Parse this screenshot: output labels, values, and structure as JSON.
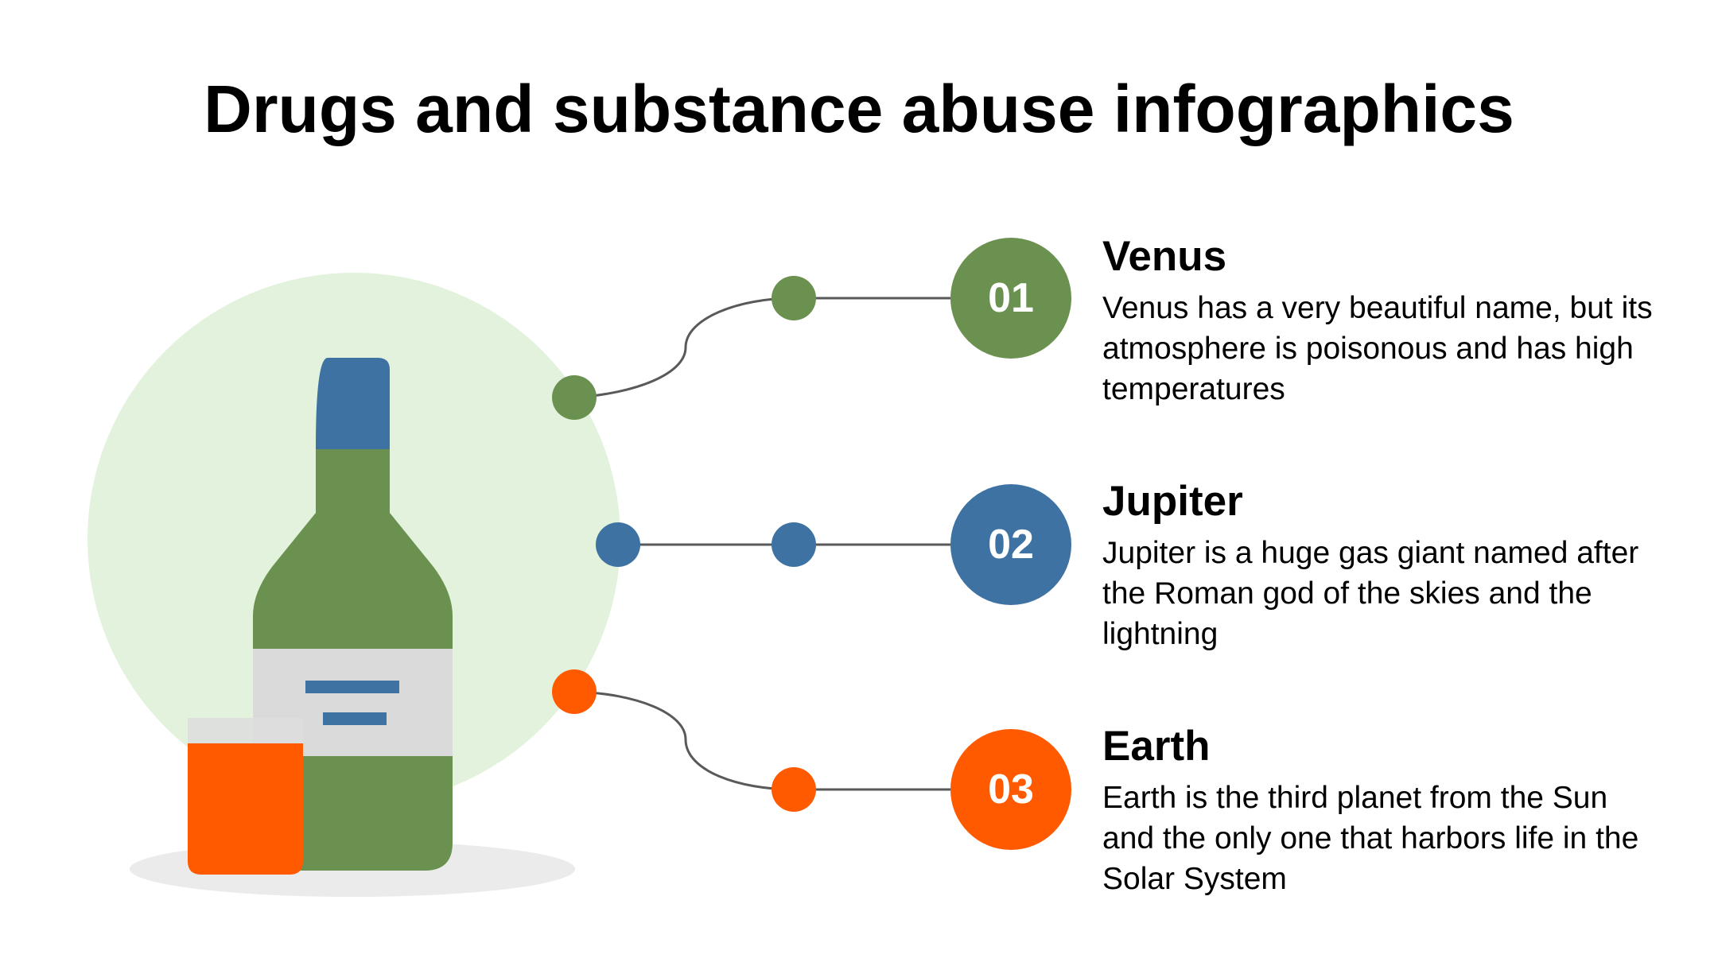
{
  "title": "Drugs and substance abuse infographics",
  "colors": {
    "green": "#6A9150",
    "blue": "#3E72A3",
    "orange": "#FF5A00",
    "light_green_circle": "#E2F2DC",
    "label_gray": "#DADADA",
    "shadow_gray": "#EBEBEB",
    "connector_line": "#595959"
  },
  "illustration": {
    "icons": [
      "bottle-icon",
      "glass-icon"
    ]
  },
  "items": [
    {
      "number": "01",
      "heading": "Venus",
      "text": "Venus has a very beautiful name, but its atmosphere is poisonous and has high temperatures",
      "color": "#6A9150"
    },
    {
      "number": "02",
      "heading": "Jupiter",
      "text": "Jupiter is a huge gas giant named after the Roman god of the skies and the lightning",
      "color": "#3E72A3"
    },
    {
      "number": "03",
      "heading": "Earth",
      "text": "Earth is the third planet from the Sun and the only one that harbors life in the Solar System",
      "color": "#FF5A00"
    }
  ]
}
